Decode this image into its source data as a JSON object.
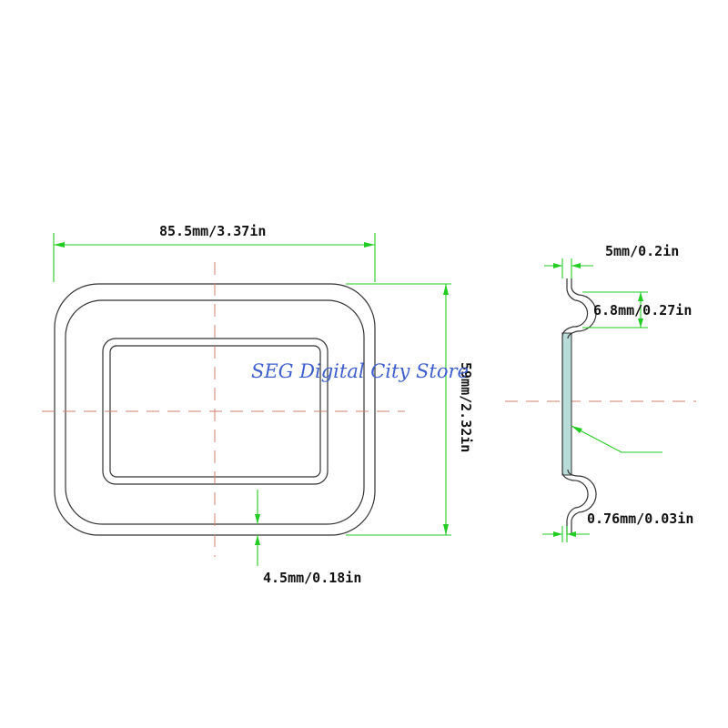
{
  "dimensions": {
    "width": "85.5mm/3.37in",
    "height": "59mm/2.32in",
    "offset": "4.5mm/0.18in",
    "flange": "5mm/0.2in",
    "corrugation": "6.8mm/0.27in",
    "thickness": "0.76mm/0.03in"
  },
  "watermark": "SEG Digital City Store",
  "colors": {
    "dimension": "#22cc22",
    "centerline": "#d08070",
    "outline": "#333333",
    "fill": "#b8dcd8",
    "watermark": "#3f5fcf"
  }
}
